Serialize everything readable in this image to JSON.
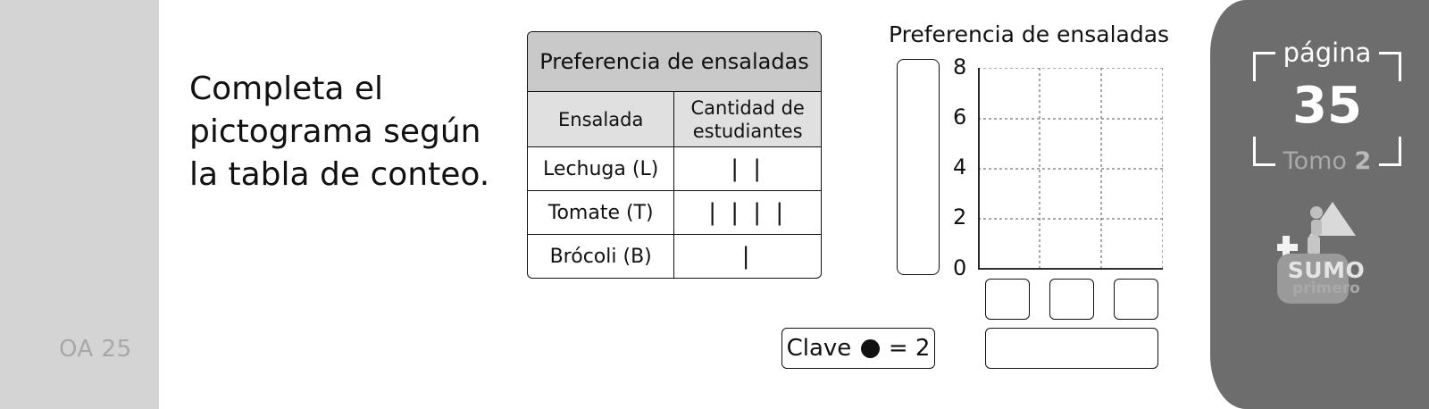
{
  "sidebar_left": {
    "objective_code": "OA 25"
  },
  "instruction": "Completa el pictograma según la tabla de conteo.",
  "tally_table": {
    "title": "Preferencia de ensaladas",
    "headers": [
      "Ensalada",
      "Cantidad de estudiantes"
    ],
    "rows": [
      {
        "salad": "Lechuga (L)",
        "tally": "| |",
        "count": 2
      },
      {
        "salad": "Tomate (T)",
        "tally": "| | | |",
        "count": 4
      },
      {
        "salad": "Brócoli (B)",
        "tally": "|",
        "count": 1
      }
    ]
  },
  "pictogram": {
    "title": "Preferencia de ensaladas",
    "y_ticks": [
      "0",
      "2",
      "4",
      "6",
      "8"
    ],
    "key": {
      "label": "Clave",
      "symbol": "circle-icon",
      "equals": "= 2"
    },
    "answer_boxes": {
      "y_label": "",
      "categories": [
        "",
        "",
        ""
      ],
      "x_label": ""
    }
  },
  "page_info": {
    "pagina_label": "página",
    "page_number": "35",
    "tomo_label": "Tomo",
    "tomo_number": "2"
  },
  "logo": {
    "line1": "SUMO",
    "line2": "primero"
  },
  "colors": {
    "left_band": "#d4d4d4",
    "right_band": "#6d6d6d",
    "table_title_bg": "#c9c9c9",
    "table_header_bg": "#e0e0e0"
  }
}
